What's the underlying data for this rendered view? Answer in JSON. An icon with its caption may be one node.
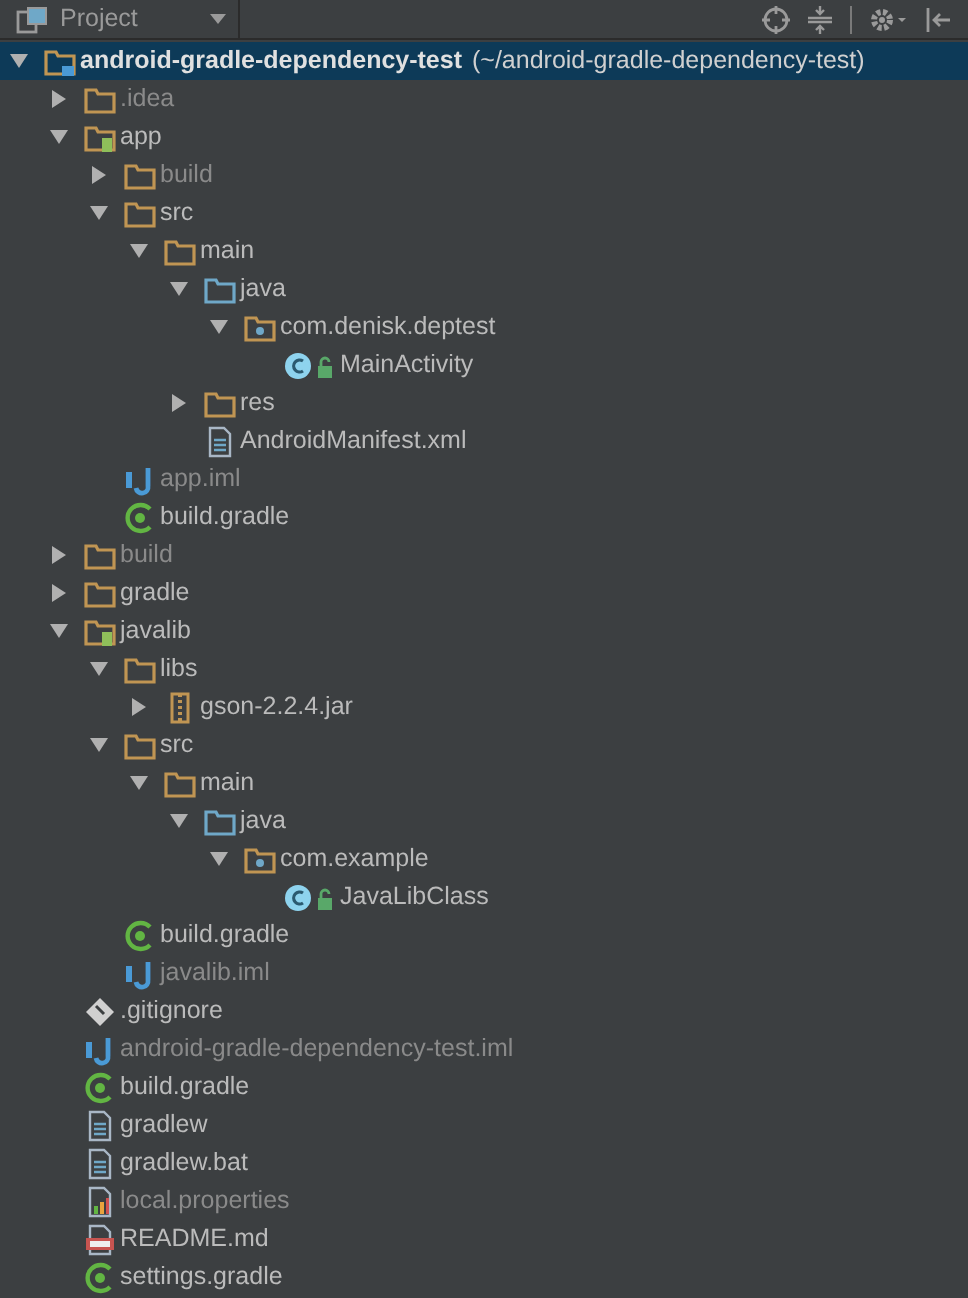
{
  "diagram": {
    "labels": [
      "Project"
    ],
    "nodes": [
      {
        "text": [
          "android-gradle-dependency-test",
          "(~/android-gradle-dependency-test)"
        ]
      },
      {
        "text": [
          ".idea"
        ]
      },
      {
        "text": [
          "app"
        ]
      },
      {
        "text": [
          "build"
        ]
      },
      {
        "text": [
          "src"
        ]
      },
      {
        "text": [
          "main"
        ]
      },
      {
        "text": [
          "java"
        ]
      },
      {
        "text": [
          "com.denisk.deptest"
        ]
      },
      {
        "text": [
          "MainActivity"
        ]
      },
      {
        "text": [
          "res"
        ]
      },
      {
        "text": [
          "AndroidManifest.xml"
        ]
      },
      {
        "text": [
          "app.iml"
        ]
      },
      {
        "text": [
          "build.gradle"
        ]
      },
      {
        "text": [
          "build"
        ]
      },
      {
        "text": [
          "gradle"
        ]
      },
      {
        "text": [
          "javalib"
        ]
      },
      {
        "text": [
          "libs"
        ]
      },
      {
        "text": [
          "gson-2.2.4.jar"
        ]
      },
      {
        "text": [
          "src"
        ]
      },
      {
        "text": [
          "main"
        ]
      },
      {
        "text": [
          "java"
        ]
      },
      {
        "text": [
          "com.example"
        ]
      },
      {
        "text": [
          "JavaLibClass"
        ]
      },
      {
        "text": [
          "build.gradle"
        ]
      },
      {
        "text": [
          "javalib.iml"
        ]
      },
      {
        "text": [
          ".gitignore"
        ]
      },
      {
        "text": [
          "android-gradle-dependency-test.iml"
        ]
      },
      {
        "text": [
          "build.gradle"
        ]
      },
      {
        "text": [
          "gradlew"
        ]
      },
      {
        "text": [
          "gradlew.bat"
        ]
      },
      {
        "text": [
          "local.properties"
        ]
      },
      {
        "text": [
          "README.md"
        ]
      },
      {
        "text": [
          "settings.gradle"
        ]
      }
    ]
  }
}
